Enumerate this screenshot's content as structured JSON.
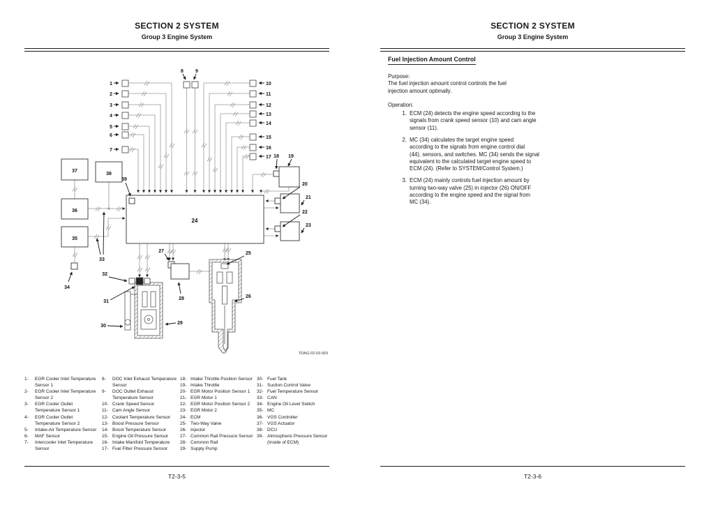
{
  "pages": {
    "left": {
      "header": {
        "title": "SECTION 2 SYSTEM",
        "subtitle": "Group 3 Engine System"
      },
      "footer": "T2-3-5",
      "figure_code": "TDAG-02-03-003",
      "diagram": {
        "labels": [
          "1",
          "2",
          "3",
          "4",
          "5",
          "6",
          "7",
          "8",
          "9",
          "10",
          "11",
          "12",
          "13",
          "14",
          "15",
          "16",
          "17",
          "18",
          "19",
          "20",
          "21",
          "22",
          "23",
          "24",
          "25",
          "26",
          "27",
          "28",
          "29",
          "30",
          "31",
          "32",
          "33",
          "34",
          "35",
          "36",
          "37",
          "38",
          "39"
        ]
      },
      "legend": {
        "columns": [
          [
            {
              "n": "1-",
              "t": "EGR Cooler Inlet Temperature Sensor 1"
            },
            {
              "n": "2-",
              "t": "EGR Cooler Inlet Temperature Sensor 2"
            },
            {
              "n": "3-",
              "t": "EGR Cooler Outlet Temperature Sensor 1"
            },
            {
              "n": "4-",
              "t": "EGR Cooler Outlet Temperature Sensor 2"
            },
            {
              "n": "5-",
              "t": "Intake-Air Temperature Sensor"
            },
            {
              "n": "6-",
              "t": "MAF Sensor"
            },
            {
              "n": "7-",
              "t": "Intercooler Inlet Temperature Sensor"
            }
          ],
          [
            {
              "n": "8-",
              "t": "DOC Inlet Exhaust Temperature Sensor"
            },
            {
              "n": "9-",
              "t": "DOC Outlet Exhaust Temperature Sensor"
            },
            {
              "n": "10-",
              "t": "Crank Speed Sensor"
            },
            {
              "n": "11-",
              "t": "Cam Angle Sensor"
            },
            {
              "n": "12-",
              "t": "Coolant Temperature Sensor"
            },
            {
              "n": "13-",
              "t": "Boost Pressure Sensor"
            },
            {
              "n": "14-",
              "t": "Boost Temperature Sensor"
            },
            {
              "n": "15-",
              "t": "Engine Oil Pressure Sensor"
            },
            {
              "n": "16-",
              "t": "Intake Manifold Temperature"
            },
            {
              "n": "17-",
              "t": "Fuel Filter Pressure Sensor"
            }
          ],
          [
            {
              "n": "18-",
              "t": "Intake Throttle Position Sensor"
            },
            {
              "n": "19-",
              "t": "Intake Throttle"
            },
            {
              "n": "20-",
              "t": "EGR Motor Position Sensor 1"
            },
            {
              "n": "21-",
              "t": "EGR Motor 1"
            },
            {
              "n": "22-",
              "t": "EGR Motor Position Sensor 2"
            },
            {
              "n": "23-",
              "t": "EGR Motor 2"
            },
            {
              "n": "24-",
              "t": "ECM"
            },
            {
              "n": "25-",
              "t": "Two-Way Valve"
            },
            {
              "n": "26-",
              "t": "Injector"
            },
            {
              "n": "27-",
              "t": "Common Rail Pressure Sensor"
            },
            {
              "n": "28-",
              "t": "Common Rail"
            },
            {
              "n": "29-",
              "t": "Supply Pump"
            }
          ],
          [
            {
              "n": "30-",
              "t": "Fuel Tank"
            },
            {
              "n": "31-",
              "t": "Suction Control Valve"
            },
            {
              "n": "32-",
              "t": "Fuel Temperature Sensor"
            },
            {
              "n": "33-",
              "t": "CAN"
            },
            {
              "n": "34-",
              "t": "Engine Oil Level Switch"
            },
            {
              "n": "35-",
              "t": "MC"
            },
            {
              "n": "36-",
              "t": "VGS Controller"
            },
            {
              "n": "37-",
              "t": "VGS Actuator"
            },
            {
              "n": "38-",
              "t": "DCU"
            },
            {
              "n": "39-",
              "t": "Atmospheric Pressure Sensor (Inside of ECM)"
            }
          ]
        ]
      }
    },
    "right": {
      "header": {
        "title": "SECTION 2 SYSTEM",
        "subtitle": "Group 3 Engine System"
      },
      "footer": "T2-3-6",
      "section_heading": "Fuel Injection Amount Control",
      "purpose_label": "Purpose:",
      "purpose_text": "The fuel injection amount control controls the fuel\ninjection amount optimally.",
      "operation_label": "Operation:",
      "steps": [
        "ECM (24) detects the engine speed according to the\nsignals from crank speed sensor (10) and cam angle\nsensor (11).",
        "MC (34) calculates the target engine speed\naccording to the signals from engine control dial\n(44), sensors, and switches. MC (34) sends the signal\nequivalent to the calculated target engine speed to\nECM (24). (Refer to SYSTEM/Control System.)",
        "ECM (24) mainly controls fuel injection amount by\nturning two-way valve (25) in injector (26) ON/OFF\naccording to the engine speed and the signal from\nMC (34)."
      ]
    }
  }
}
